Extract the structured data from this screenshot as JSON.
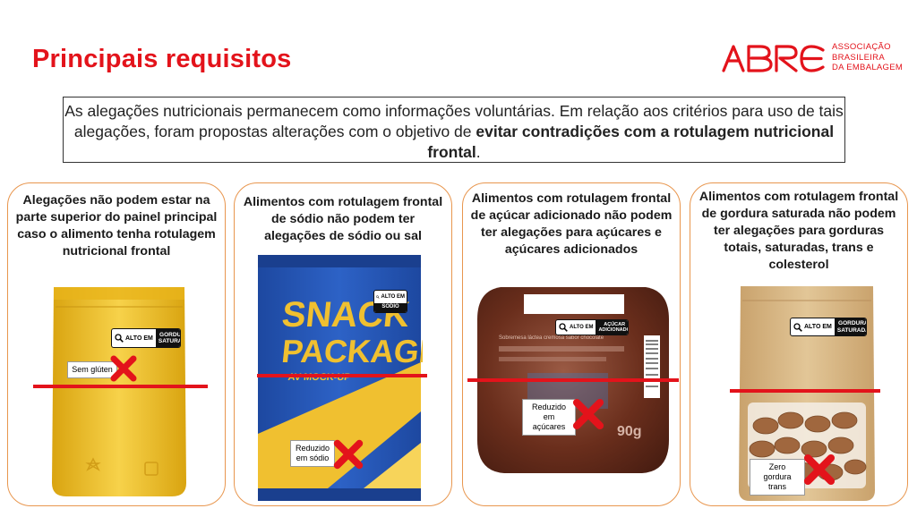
{
  "header": {
    "title": "Principais requisitos",
    "logo_text": [
      "ASSOCIAÇÃO",
      "BRASILEIRA",
      "DA EMBALAGEM"
    ]
  },
  "intro": {
    "part1": "As alegações nutricionais permanecem como informações voluntárias. Em relação aos critérios para uso de tais alegações, foram propostas alterações com o objetivo de ",
    "bold": "evitar contradições com a rotulagem nutricional frontal",
    "end": "."
  },
  "cards": [
    {
      "title": "Alegações não podem estar na parte superior do painel principal caso o alimento tenha rotulagem nutricional frontal",
      "claim": "Sem glúten",
      "seal_high": "ALTO EM",
      "seal_nutrient": "GORDURA SATURADA"
    },
    {
      "title": "Alimentos com rotulagem frontal de sódio não podem ter alegações de sódio ou sal",
      "claim": "Reduzido em sódio",
      "seal_high": "ALTO EM",
      "seal_nutrient": "SÓDIO",
      "package_line1": "SNACK",
      "package_line2": "PACKAGE",
      "package_line3": "AV MOCK-UP"
    },
    {
      "title": "Alimentos com rotulagem frontal de açúcar adicionado não podem ter alegações para açúcares e açúcares adicionados",
      "claim": "Reduzido em açúcares",
      "seal_high": "ALTO EM",
      "seal_nutrient": "AÇÚCAR ADICIONADO",
      "package_weight": "90g",
      "package_small": "Sobremesa láctea cremosa sabor chocolate"
    },
    {
      "title": "Alimentos com rotulagem frontal de gordura saturada não podem ter alegações para gorduras totais, saturadas, trans e colesterol",
      "claim": "Zero gordura trans",
      "seal_high": "ALTO EM",
      "seal_nutrient": "GORDURA SATURADA"
    }
  ],
  "colors": {
    "brand_red": "#e3131b",
    "card_border": "#e8964e",
    "pouch_yellow": "#f2c230",
    "snack_blue": "#2456b8",
    "snack_yellow": "#f0c030",
    "pudding_brown": "#6a2e1c",
    "kraft": "#d7b98a"
  },
  "icons": [
    "magnifier-icon",
    "x-mark-icon",
    "abre-logo"
  ]
}
